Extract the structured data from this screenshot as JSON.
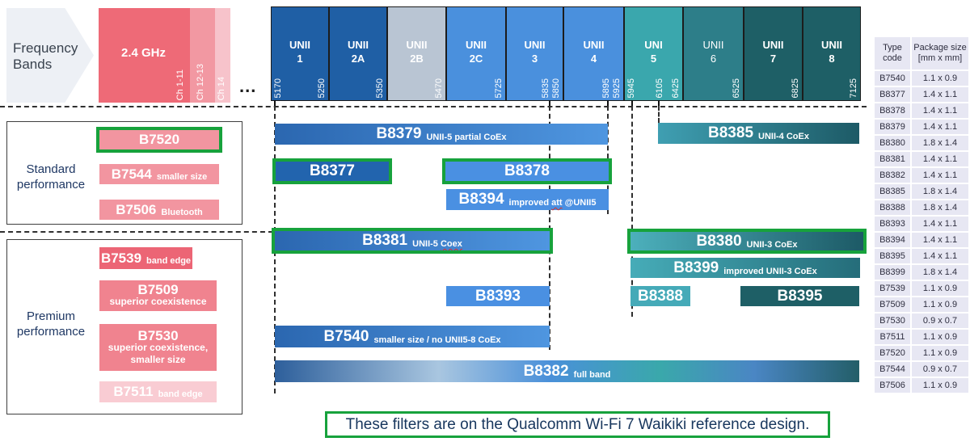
{
  "header": {
    "frequency_bands_label_l1": "Frequency",
    "frequency_bands_label_l2": "Bands",
    "ellipsis": "..."
  },
  "band_2g4": {
    "label": "2.4 GHz",
    "ch_labels": [
      "Ch 1-11",
      "Ch 12-13",
      "Ch 14"
    ]
  },
  "unii": {
    "bands": [
      {
        "line1": "UNII",
        "line2": "1",
        "freqs": [
          "5170",
          "5250"
        ]
      },
      {
        "line1": "UNII",
        "line2": "2A",
        "freqs": [
          "5350"
        ]
      },
      {
        "line1": "UNII",
        "line2": "2B",
        "freqs": [
          "5470"
        ]
      },
      {
        "line1": "UNII",
        "line2": "2C",
        "freqs": [
          "5725"
        ]
      },
      {
        "line1": "UNII",
        "line2": "3",
        "freqs": [
          "5835",
          "5850"
        ]
      },
      {
        "line1": "UNII",
        "line2": "4",
        "freqs": [
          "5895",
          "5925"
        ]
      },
      {
        "line1": "UNI",
        "line2": "5",
        "freqs": [
          "5945",
          "6105",
          "6425"
        ]
      },
      {
        "line1": "UNII",
        "line2": "6",
        "freqs": [
          "6525"
        ]
      },
      {
        "line1": "UNII",
        "line2": "7",
        "freqs": [
          "6825"
        ]
      },
      {
        "line1": "UNII",
        "line2": "8",
        "freqs": [
          "7125"
        ]
      }
    ]
  },
  "groups": {
    "standard": {
      "title_l1": "Standard",
      "title_l2": "performance"
    },
    "premium": {
      "title_l1": "Premium",
      "title_l2": "performance"
    }
  },
  "pink_bars": {
    "b7520": {
      "label": "B7520"
    },
    "b7544": {
      "label": "B7544",
      "sub": "smaller size"
    },
    "b7506": {
      "label": "B7506",
      "sub": "Bluetooth"
    },
    "b7539": {
      "label": "B7539",
      "sub": "band edge"
    },
    "b7509": {
      "label": "B7509",
      "sub": "superior coexistence"
    },
    "b7530": {
      "label": "B7530",
      "sub1": "superior coexistence,",
      "sub2": "smaller size"
    },
    "b7511": {
      "label": "B7511",
      "sub": "band edge"
    }
  },
  "filter_bars": {
    "b8379": {
      "label": "B8379",
      "sub": "UNII-5 partial CoEx"
    },
    "b8385": {
      "label": "B8385",
      "sub": "UNII-4 CoEx"
    },
    "b8377": {
      "label": "B8377"
    },
    "b8378": {
      "label": "B8378"
    },
    "b8394": {
      "label": "B8394",
      "sub_pre": "improved ",
      "sub_squiggle": "att",
      "sub_post": " @UNII5"
    },
    "b8381": {
      "label": "B8381",
      "sub_pre": "UNII-5 ",
      "sub_squiggle": "Coex",
      "sub_post": ""
    },
    "b8380": {
      "label": "B8380",
      "sub": "UNII-3 CoEx"
    },
    "b8399": {
      "label": "B8399",
      "sub": "improved UNII-3 CoEx"
    },
    "b8393": {
      "label": "B8393"
    },
    "b8388": {
      "label": "B8388"
    },
    "b8395": {
      "label": "B8395"
    },
    "b7540": {
      "label": "B7540",
      "sub": "smaller size / no UNII5-8 CoEx"
    },
    "b8382": {
      "label": "B8382",
      "sub": "full band"
    }
  },
  "package_table": {
    "col1_l1": "Type",
    "col1_l2": "code",
    "col2_l1": "Package size",
    "col2_l2": "[mm x mm]",
    "rows": [
      {
        "code": "B7540",
        "size": "1.1 x 0.9"
      },
      {
        "code": "B8377",
        "size": "1.4 x 1.1"
      },
      {
        "code": "B8378",
        "size": "1.4 x 1.1"
      },
      {
        "code": "B8379",
        "size": "1.4 x 1.1"
      },
      {
        "code": "B8380",
        "size": "1.8 x 1.4"
      },
      {
        "code": "B8381",
        "size": "1.4 x 1.1"
      },
      {
        "code": "B8382",
        "size": "1.4 x 1.1"
      },
      {
        "code": "B8385",
        "size": "1.8 x 1.4"
      },
      {
        "code": "B8388",
        "size": "1.8 x 1.4"
      },
      {
        "code": "B8393",
        "size": "1.4 x 1.1"
      },
      {
        "code": "B8394",
        "size": "1.4 x 1.1"
      },
      {
        "code": "B8395",
        "size": "1.4 x 1.1"
      },
      {
        "code": "B8399",
        "size": "1.8 x 1.4"
      },
      {
        "code": "B7539",
        "size": "1.1 x 0.9"
      },
      {
        "code": "B7509",
        "size": "1.1 x 0.9"
      },
      {
        "code": "B7530",
        "size": "0.9 x 0.7"
      },
      {
        "code": "B7511",
        "size": "1.1 x 0.9"
      },
      {
        "code": "B7520",
        "size": "1.1 x 0.9"
      },
      {
        "code": "B7544",
        "size": "0.9 x 0.7"
      },
      {
        "code": "B7506",
        "size": "1.1 x 0.9"
      }
    ]
  },
  "caption": "These filters are on the Qualcomm Wi-Fi 7 Waikiki reference design.",
  "colors": {
    "highlight_green": "#17a23c",
    "navy_text": "#1f3864",
    "dark_blue": "#2264ae",
    "medium_blue": "#4a90e2",
    "gray_band": "#b9c5d3",
    "teal": "#45aab8",
    "dark_teal": "#1e5f66",
    "pink": "#f295a0",
    "red_pink": "#ee6a77",
    "light_pink": "#f9ccd3",
    "table_bg": "#e7e7f3"
  }
}
